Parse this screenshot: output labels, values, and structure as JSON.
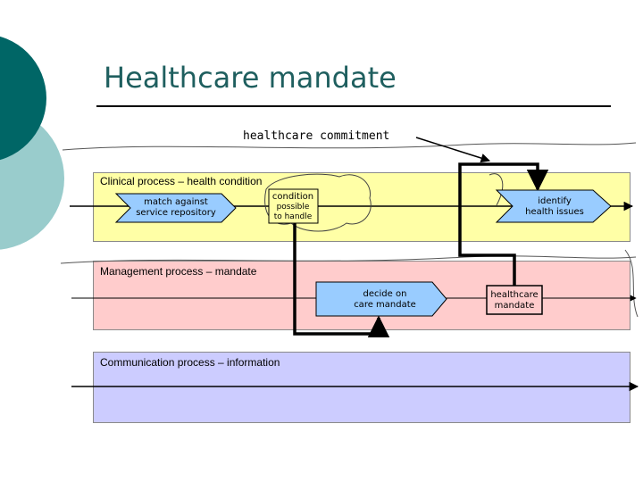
{
  "slide": {
    "title": "Healthcare mandate"
  },
  "annotation": "healthcare commitment",
  "lanes": {
    "clinical": "Clinical process – health condition",
    "management": "Management process – mandate",
    "communication": "Communication process – information"
  },
  "nodes": {
    "match": [
      "match against",
      "service repository"
    ],
    "condition": [
      "condition",
      "possible",
      "to handle"
    ],
    "identify": [
      "identify",
      "health issues"
    ],
    "decide": [
      "decide on",
      "care mandate"
    ],
    "mandate": [
      "healthcare",
      "mandate"
    ]
  },
  "colors": {
    "title": "#1f5f5f",
    "deco_dark": "#006666",
    "deco_light": "#99cccc",
    "lane_clinical": "#ffffa6",
    "lane_management": "#ffcccc",
    "lane_communication": "#ccccff",
    "shape_fill": "#99ccff"
  }
}
